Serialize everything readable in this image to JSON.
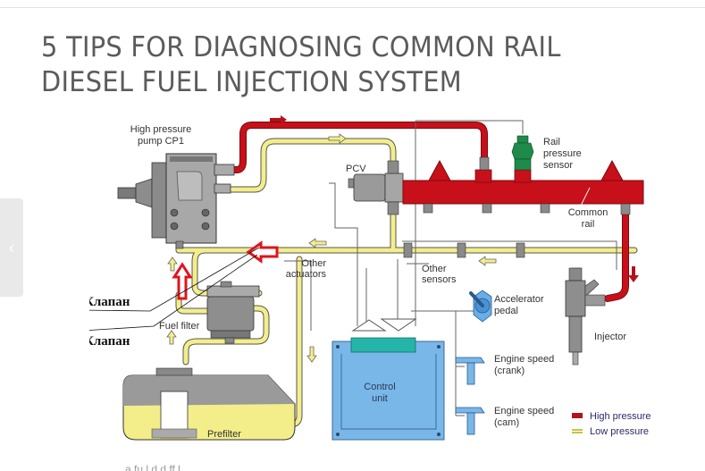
{
  "page": {
    "title_line1": "5 TIPS FOR DIAGNOSING COMMON RAIL",
    "title_line2": "DIESEL FUEL INJECTION SYSTEM",
    "prev_arrow": "‹"
  },
  "diagram": {
    "labels": {
      "pump_line1": "High pressure",
      "pump_line2": "pump CP1",
      "pcv": "PCV",
      "rail_sensor_line1": "Rail",
      "rail_sensor_line2": "pressure",
      "rail_sensor_line3": "sensor",
      "common_rail_line1": "Common",
      "common_rail_line2": "rail",
      "other_actuators_line1": "Other",
      "other_actuators_line2": "actuators",
      "other_sensors_line1": "Other",
      "other_sensors_line2": "sensors",
      "accelerator_line1": "Accelerator",
      "accelerator_line2": "pedal",
      "injector": "Injector",
      "fuel_filter": "Fuel filter",
      "prefilter": "Prefilter",
      "control_unit_line1": "Control",
      "control_unit_line2": "unit",
      "crank_line1": "Engine speed",
      "crank_line2": "(crank)",
      "cam_line1": "Engine speed",
      "cam_line2": "(cam)",
      "valve_1": "Клапан",
      "valve_2": "Клапан"
    },
    "legend": [
      {
        "label": "High pressure",
        "color": "#b3121c"
      },
      {
        "label": "Low pressure",
        "color": "#e8e07a"
      }
    ],
    "colors": {
      "high_pressure": "#c8101a",
      "low_pressure": "#f3ee8a",
      "component_gray": "#9a9a9a",
      "sensor_green": "#1f8a4a",
      "control_blue": "#79b7e8",
      "annotation_red": "#e0141c"
    }
  },
  "footer": {
    "partial_text": "a                 fu                           l           d                            d      ff       l"
  }
}
